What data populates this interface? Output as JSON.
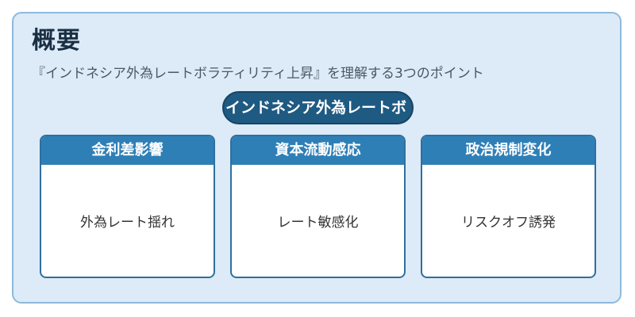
{
  "header": {
    "title": "概要",
    "subtitle": "『インドネシア外為レートボラティリティ上昇』を理解する3つのポイント"
  },
  "center": {
    "label": "インドネシア外為レートボ"
  },
  "cards": [
    {
      "title": "金利差影響",
      "body": "外為レート揺れ"
    },
    {
      "title": "資本流動感応",
      "body": "レート敏感化"
    },
    {
      "title": "政治規制変化",
      "body": "リスクオフ誘発"
    }
  ],
  "colors": {
    "background": "#dcebf7",
    "frame_border": "#8fb9dc",
    "pill": "#1f5a82",
    "card_header": "#2f7fb7",
    "card_border": "#2f6f9f"
  }
}
